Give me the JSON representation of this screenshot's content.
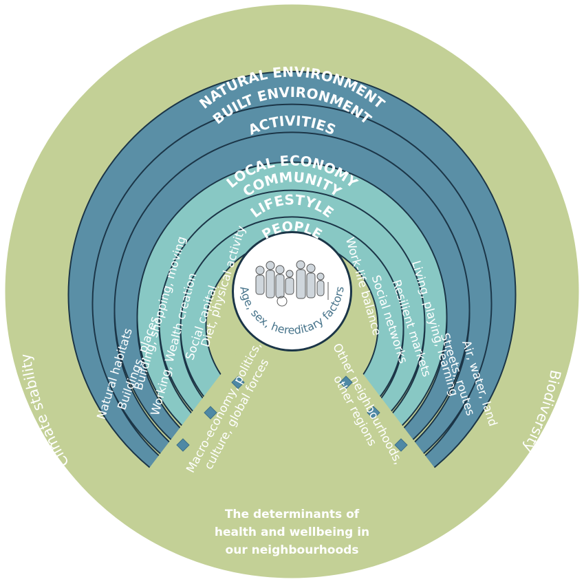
{
  "colors": {
    "ecosystem": "#c3d096",
    "dark_ring": "#5a8fa6",
    "light_ring": "#88c8c4",
    "ring_stroke": "#1b3547",
    "center": "#ffffff",
    "people_title": "#46738a",
    "center_text": "#46738a"
  },
  "ecosystem": {
    "title": "GLOBAL ECOSYSTEM",
    "left_label": "Climate stability",
    "right_label": "Biodiversity"
  },
  "rings": [
    {
      "label": "NATURAL ENVIRONMENT",
      "left": "Natural habitats",
      "right": "Air, water, land"
    },
    {
      "label": "BUILT ENVIRONMENT",
      "left": "Buildings, places",
      "right": "Streets, routes"
    },
    {
      "label": "ACTIVITIES",
      "left": "Building, shopping, moving",
      "right": "Living, playing, learning"
    },
    {
      "label": "LOCAL ECONOMY",
      "left": "Working, Wealth creation",
      "right": "Resilient markets"
    },
    {
      "label": "COMMUNITY",
      "left": "Social capital",
      "right": "Social networks"
    },
    {
      "label": "LIFESTYLE",
      "left": "Diet, physical activity",
      "right": "Work-life balance"
    }
  ],
  "people": {
    "title": "PEOPLE",
    "subtitle": "Age, sex, hereditary factors",
    "icon": "people-group-icon"
  },
  "influences": {
    "left": [
      "Macro-economy, politics,",
      "culture, global forces"
    ],
    "right": [
      "Other neighbourhoods,",
      "other regions"
    ]
  },
  "caption": [
    "The determinants of",
    "health and wellbeing in",
    "our neighbourhoods"
  ]
}
